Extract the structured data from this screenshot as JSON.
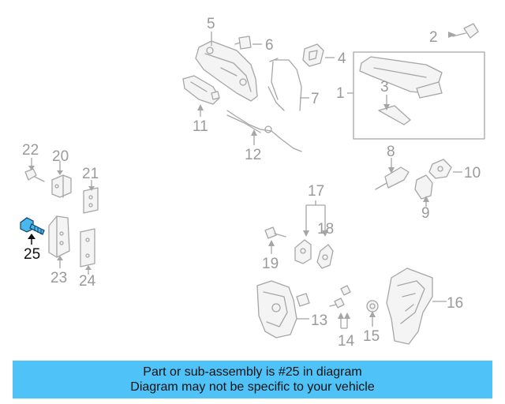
{
  "diagram": {
    "highlighted_part": "25",
    "highlight_color": "#4bb8ec",
    "callouts": [
      "1",
      "2",
      "3",
      "4",
      "5",
      "6",
      "7",
      "8",
      "9",
      "10",
      "11",
      "12",
      "13",
      "14",
      "15",
      "16",
      "17",
      "18",
      "19",
      "20",
      "21",
      "22",
      "23",
      "24",
      "25"
    ]
  },
  "banner": {
    "line1": "Part or sub-assembly is #25 in diagram",
    "line2": "Diagram may not be specific to your vehicle",
    "background": "#4fc3f7"
  }
}
